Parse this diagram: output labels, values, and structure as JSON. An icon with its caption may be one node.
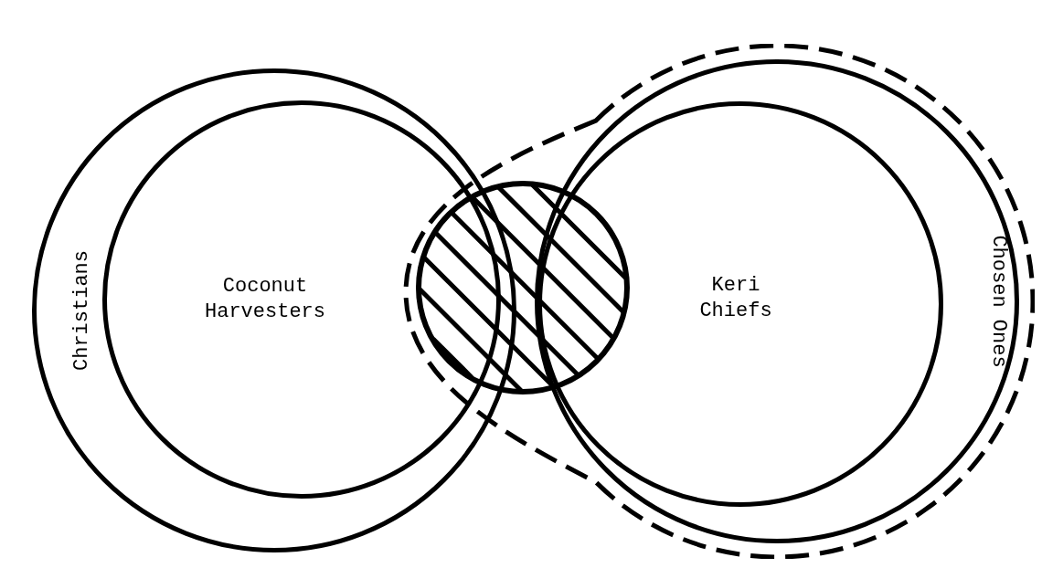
{
  "diagram": {
    "nodes": [
      {
        "text": [
          "Christians"
        ]
      },
      {
        "text": [
          "Coconut Harvesters"
        ],
        "in": 0
      },
      {
        "text": [],
        "shape": "blob"
      },
      {
        "text": [],
        "shape": "circle",
        "in": 2
      },
      {
        "text": [
          "Chosen Ones"
        ],
        "in": 2
      },
      {
        "text": [
          "Keri Chiefs"
        ],
        "in": 4
      }
    ]
  }
}
